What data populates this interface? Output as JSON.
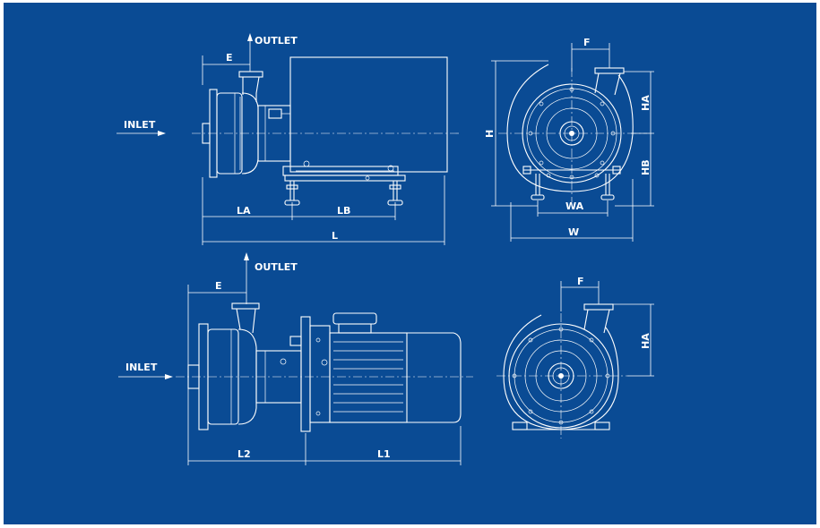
{
  "labels": {
    "outlet": "OUTLET",
    "inlet": "INLET",
    "e": "E",
    "la": "LA",
    "lb": "LB",
    "l": "L",
    "f": "F",
    "h": "H",
    "ha": "HA",
    "hb": "HB",
    "wa": "WA",
    "w": "W",
    "l1": "L1",
    "l2": "L2"
  },
  "colors": {
    "background": "#0a4b94",
    "line": "#ffffff",
    "page": "#ffffff"
  }
}
